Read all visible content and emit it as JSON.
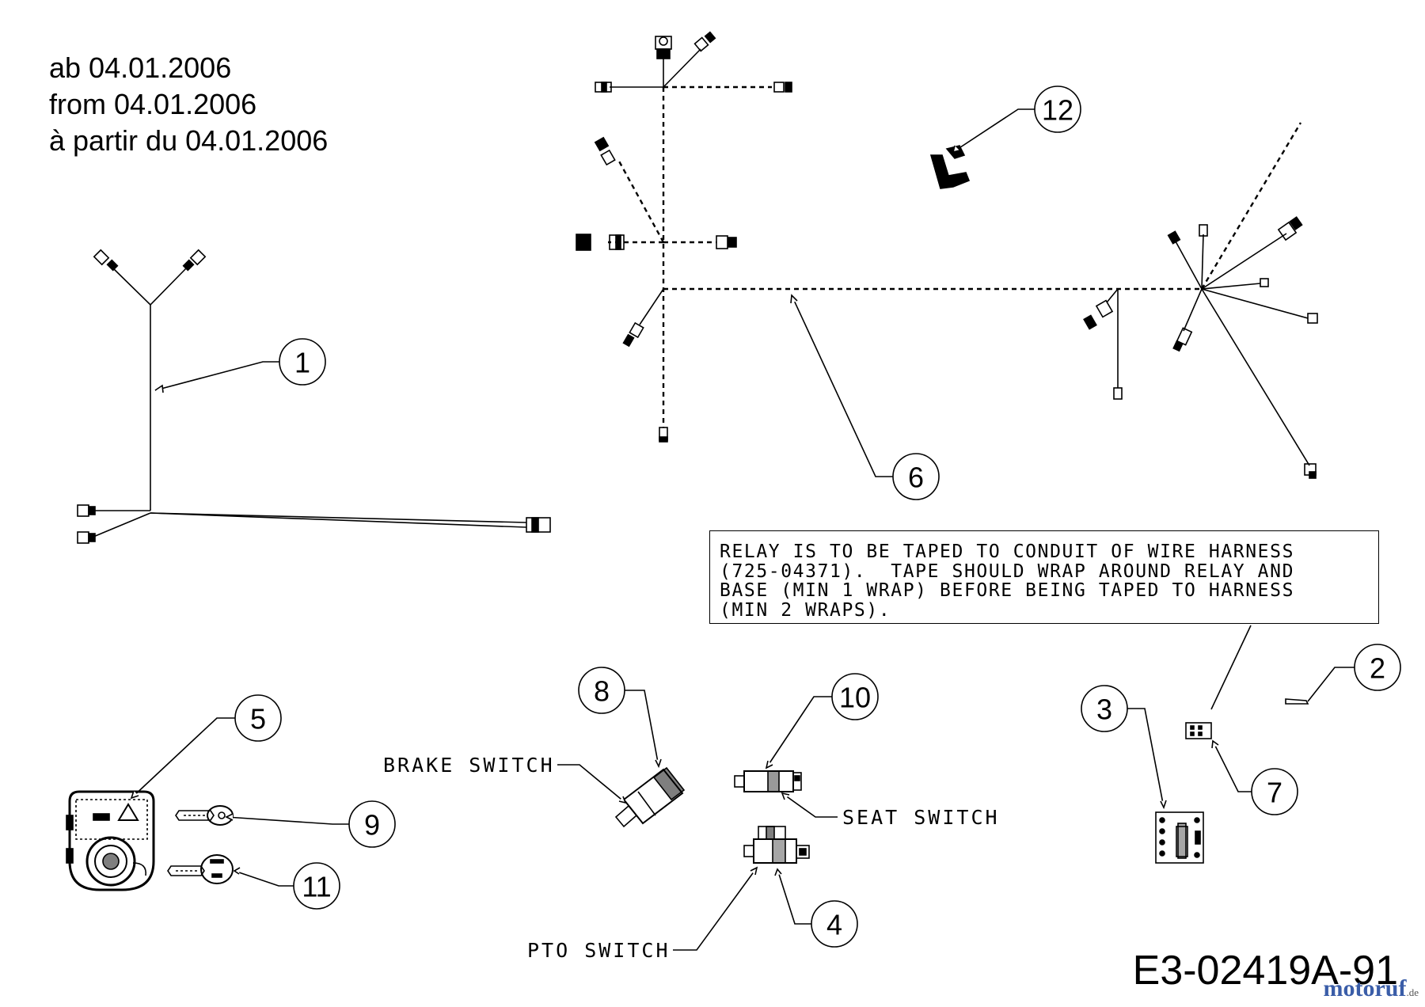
{
  "header": {
    "date_de": "ab 04.01.2006",
    "date_en": "from 04.01.2006",
    "date_fr": "à partir du 04.01.2006"
  },
  "callouts": [
    "1",
    "2",
    "3",
    "4",
    "5",
    "6",
    "7",
    "8",
    "9",
    "10",
    "11",
    "12"
  ],
  "labels": {
    "brake_switch": "BRAKE SWITCH",
    "seat_switch": "SEAT SWITCH",
    "pto_switch": "PTO SWITCH"
  },
  "note": {
    "line1": "RELAY IS TO BE TAPED TO CONDUIT OF WIRE HARNESS",
    "line2": "(725-04371).  TAPE SHOULD WRAP AROUND RELAY AND",
    "line3": "BASE (MIN 1 WRAP) BEFORE BEING TAPED TO HARNESS",
    "line4": "(MIN 2 WRAPS)."
  },
  "drawing_code": "E3-02419A-91",
  "watermark": "motoruf"
}
